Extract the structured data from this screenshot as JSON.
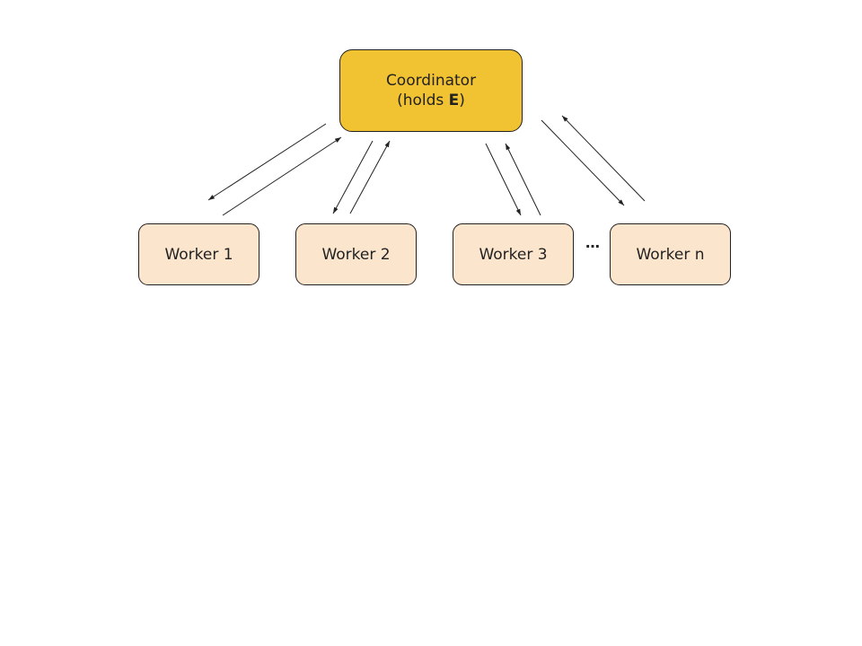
{
  "coordinator": {
    "title": "Coordinator",
    "subtitle_prefix": "(holds ",
    "subtitle_bold": "E",
    "subtitle_suffix": ")"
  },
  "workers": [
    {
      "label": "Worker 1"
    },
    {
      "label": "Worker 2"
    },
    {
      "label": "Worker 3"
    },
    {
      "label": "Worker n"
    }
  ],
  "ellipsis": "…",
  "colors": {
    "coordinator_fill": "#f1c232",
    "worker_fill": "#fce5cd",
    "stroke": "#222222"
  }
}
